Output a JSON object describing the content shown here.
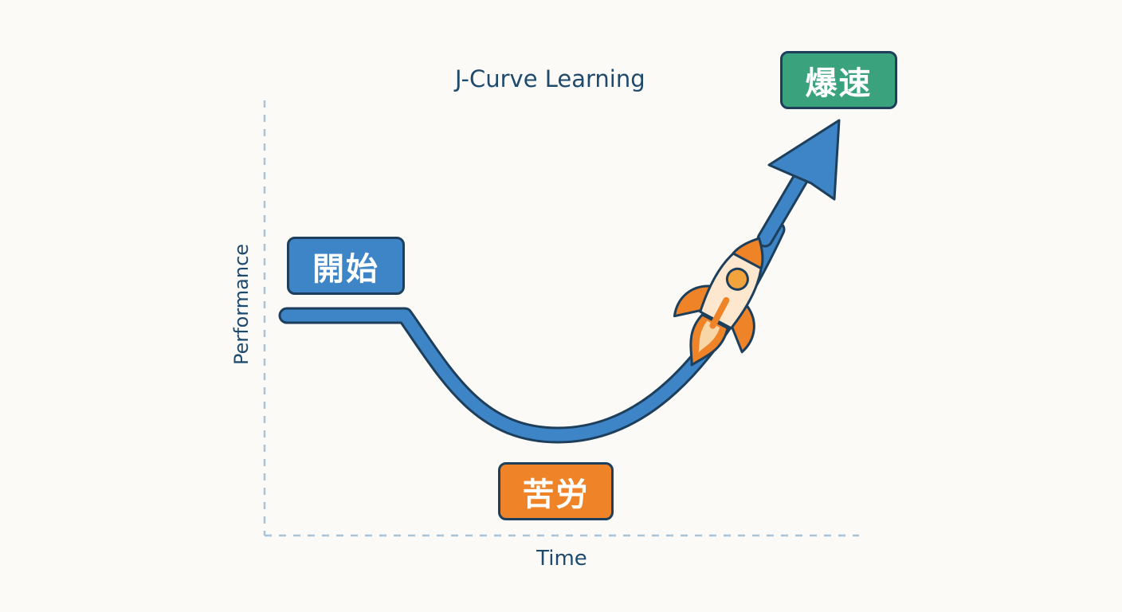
{
  "diagram": {
    "title": "J-Curve Learning",
    "x_axis_label": "Time",
    "y_axis_label": "Performance",
    "stages": {
      "start": "開始",
      "struggle": "苦労",
      "boost": "爆速"
    },
    "icons": [
      "rocket-icon",
      "arrowhead-icon"
    ],
    "colors": {
      "curve": "#3d85c6",
      "outline": "#1e3f5c",
      "start": "#3d85c6",
      "struggle": "#ef8328",
      "boost": "#3ba27e",
      "axis": "#a9c4d8",
      "text": "#1e4a6e"
    }
  }
}
